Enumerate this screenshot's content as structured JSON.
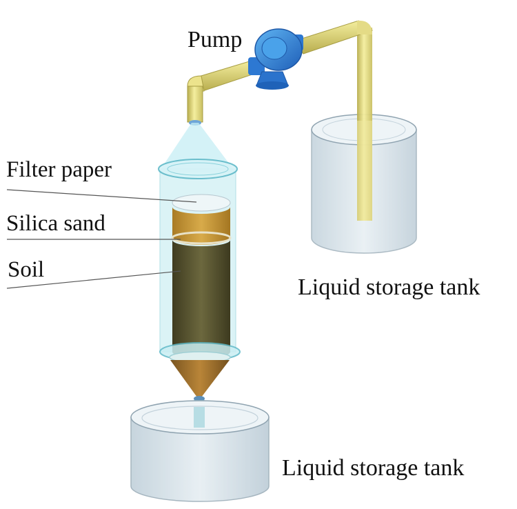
{
  "labels": {
    "pump": "Pump",
    "filter_paper": "Filter paper",
    "silica_sand": "Silica sand",
    "soil": "Soil",
    "tank_right": "Liquid storage tank",
    "tank_bottom": "Liquid storage tank"
  },
  "colors": {
    "pipe": "#ece38c",
    "pump": "#2f7fd8",
    "tank_glass": "#cfdde6",
    "column_glass": "#bfe8ee",
    "silica_sand": "#c99a3a",
    "soil": "#5e5a34",
    "cone": "#9a6e2c"
  }
}
